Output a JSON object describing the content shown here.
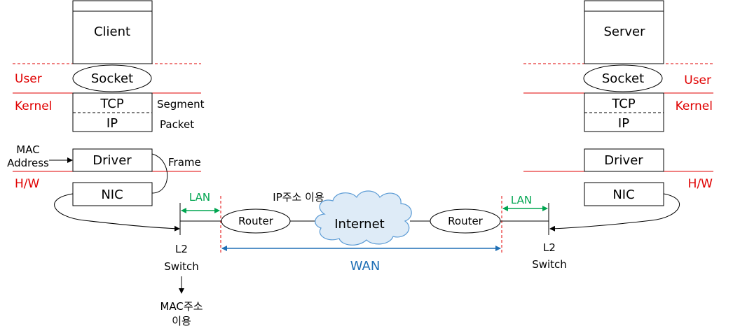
{
  "left_host": {
    "title": "Client",
    "socket": "Socket",
    "tcp": "TCP",
    "ip": "IP",
    "driver": "Driver",
    "nic": "NIC",
    "user_label": "User",
    "kernel_label": "Kernel",
    "hw_label": "H/W",
    "segment": "Segment",
    "packet": "Packet",
    "frame": "Frame",
    "mac_address_line1": "MAC",
    "mac_address_line2": "Address"
  },
  "right_host": {
    "title": "Server",
    "socket": "Socket",
    "tcp": "TCP",
    "ip": "IP",
    "driver": "Driver",
    "nic": "NIC",
    "user_label": "User",
    "kernel_label": "Kernel",
    "hw_label": "H/W"
  },
  "network": {
    "left_switch_line1": "L2",
    "left_switch_line2": "Switch",
    "right_switch_line1": "L2",
    "right_switch_line2": "Switch",
    "left_lan": "LAN",
    "right_lan": "LAN",
    "left_router": "Router",
    "right_router": "Router",
    "internet": "Internet",
    "ip_usage": "IP주소 이용",
    "wan": "WAN",
    "mac_usage_line1": "MAC주소",
    "mac_usage_line2": "이용"
  },
  "colors": {
    "layer_line": "#e00000",
    "lan": "#00a550",
    "wan": "#1f6fb5",
    "cloud_fill": "#deebf7",
    "cloud_stroke": "#5b9bd5"
  }
}
